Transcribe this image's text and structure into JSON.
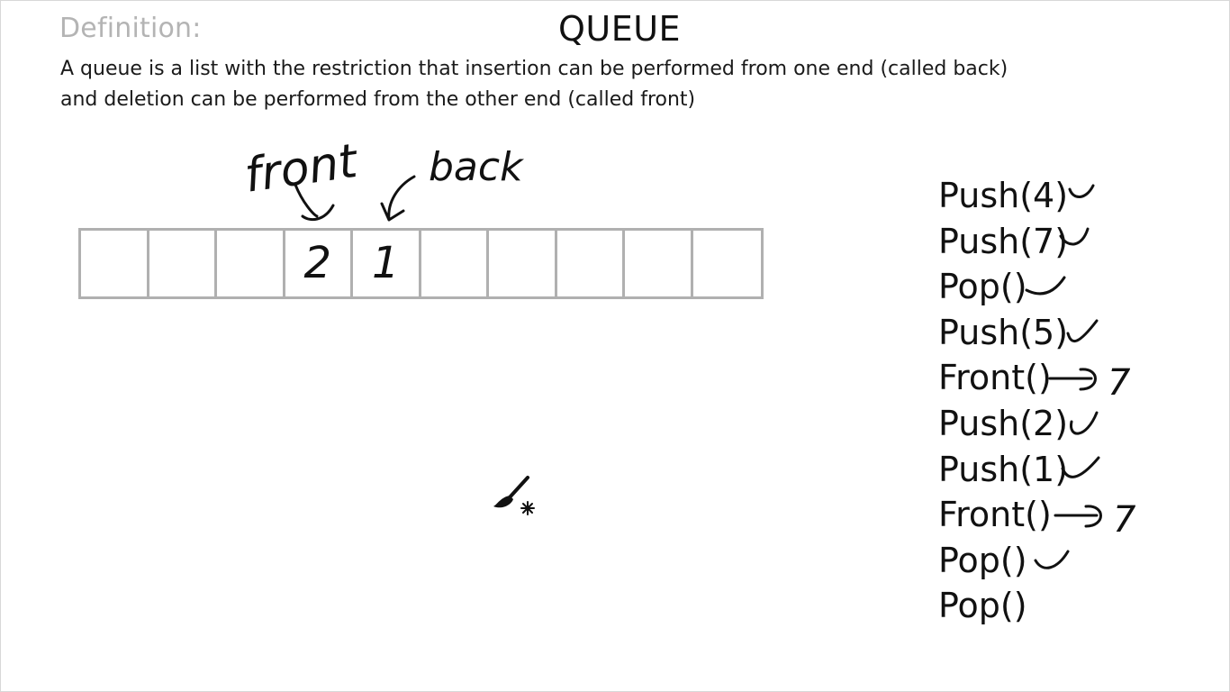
{
  "header": {
    "definition_label": "Definition:",
    "title": "QUEUE",
    "definition_line1": "A queue is a list with the restriction that insertion can be performed from one end (called back)",
    "definition_line2": "and deletion can be performed from the other end (called front)"
  },
  "queue": {
    "cells": [
      "",
      "",
      "",
      "2",
      "1",
      "",
      "",
      "",
      "",
      ""
    ],
    "front_label": "front",
    "back_label": "back"
  },
  "operations": [
    {
      "label": "Push(4)",
      "annotation": "check"
    },
    {
      "label": "Push(7)",
      "annotation": "check"
    },
    {
      "label": "Pop()",
      "annotation": "check"
    },
    {
      "label": "Push(5)",
      "annotation": "check"
    },
    {
      "label": "Front()",
      "annotation": "arrow",
      "result": "7"
    },
    {
      "label": "Push(2)",
      "annotation": "check"
    },
    {
      "label": "Push(1)",
      "annotation": "check"
    },
    {
      "label": "Front()",
      "annotation": "arrow",
      "result": "7"
    },
    {
      "label": "Pop()",
      "annotation": "check"
    },
    {
      "label": "Pop()",
      "annotation": ""
    }
  ],
  "cursor": {
    "icon": "brush-cursor-icon"
  }
}
